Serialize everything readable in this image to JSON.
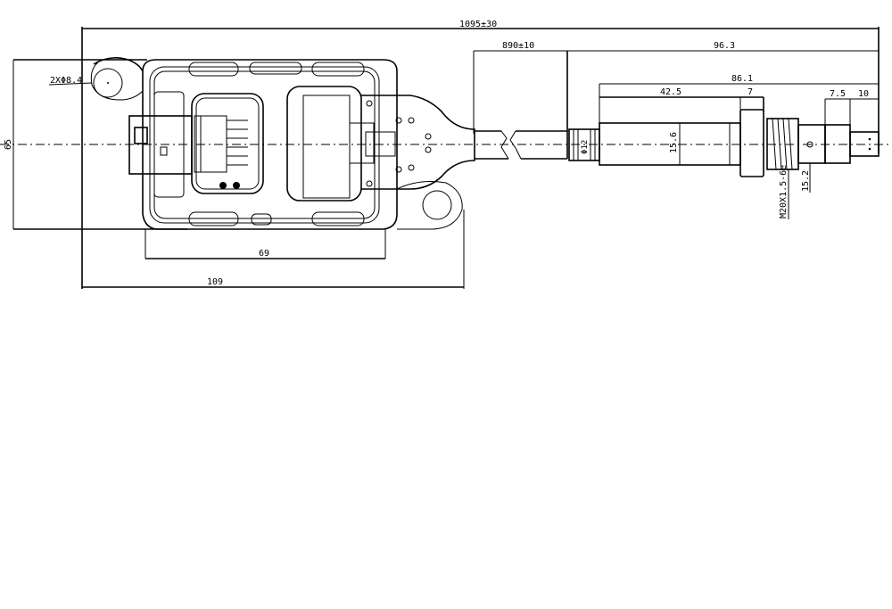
{
  "drawing": {
    "title": "NOx sensor outline drawing",
    "dimensions": {
      "overall_length": "1095±30",
      "cable_length": "890±10",
      "probe_length": "96.3",
      "probe_body_length": "86.1",
      "body_length": "42.5",
      "hex_width": "7",
      "tip_step": "7.5",
      "tip_length": "10",
      "body_diameter": "15.6",
      "ferrule_diameter": "Φ12",
      "thread": "M20X1.5-6e",
      "tip_diameter": "15.2",
      "housing_height": "65",
      "housing_width": "69",
      "mount_span": "109",
      "mount_holes": "2XΦ8.4"
    }
  }
}
